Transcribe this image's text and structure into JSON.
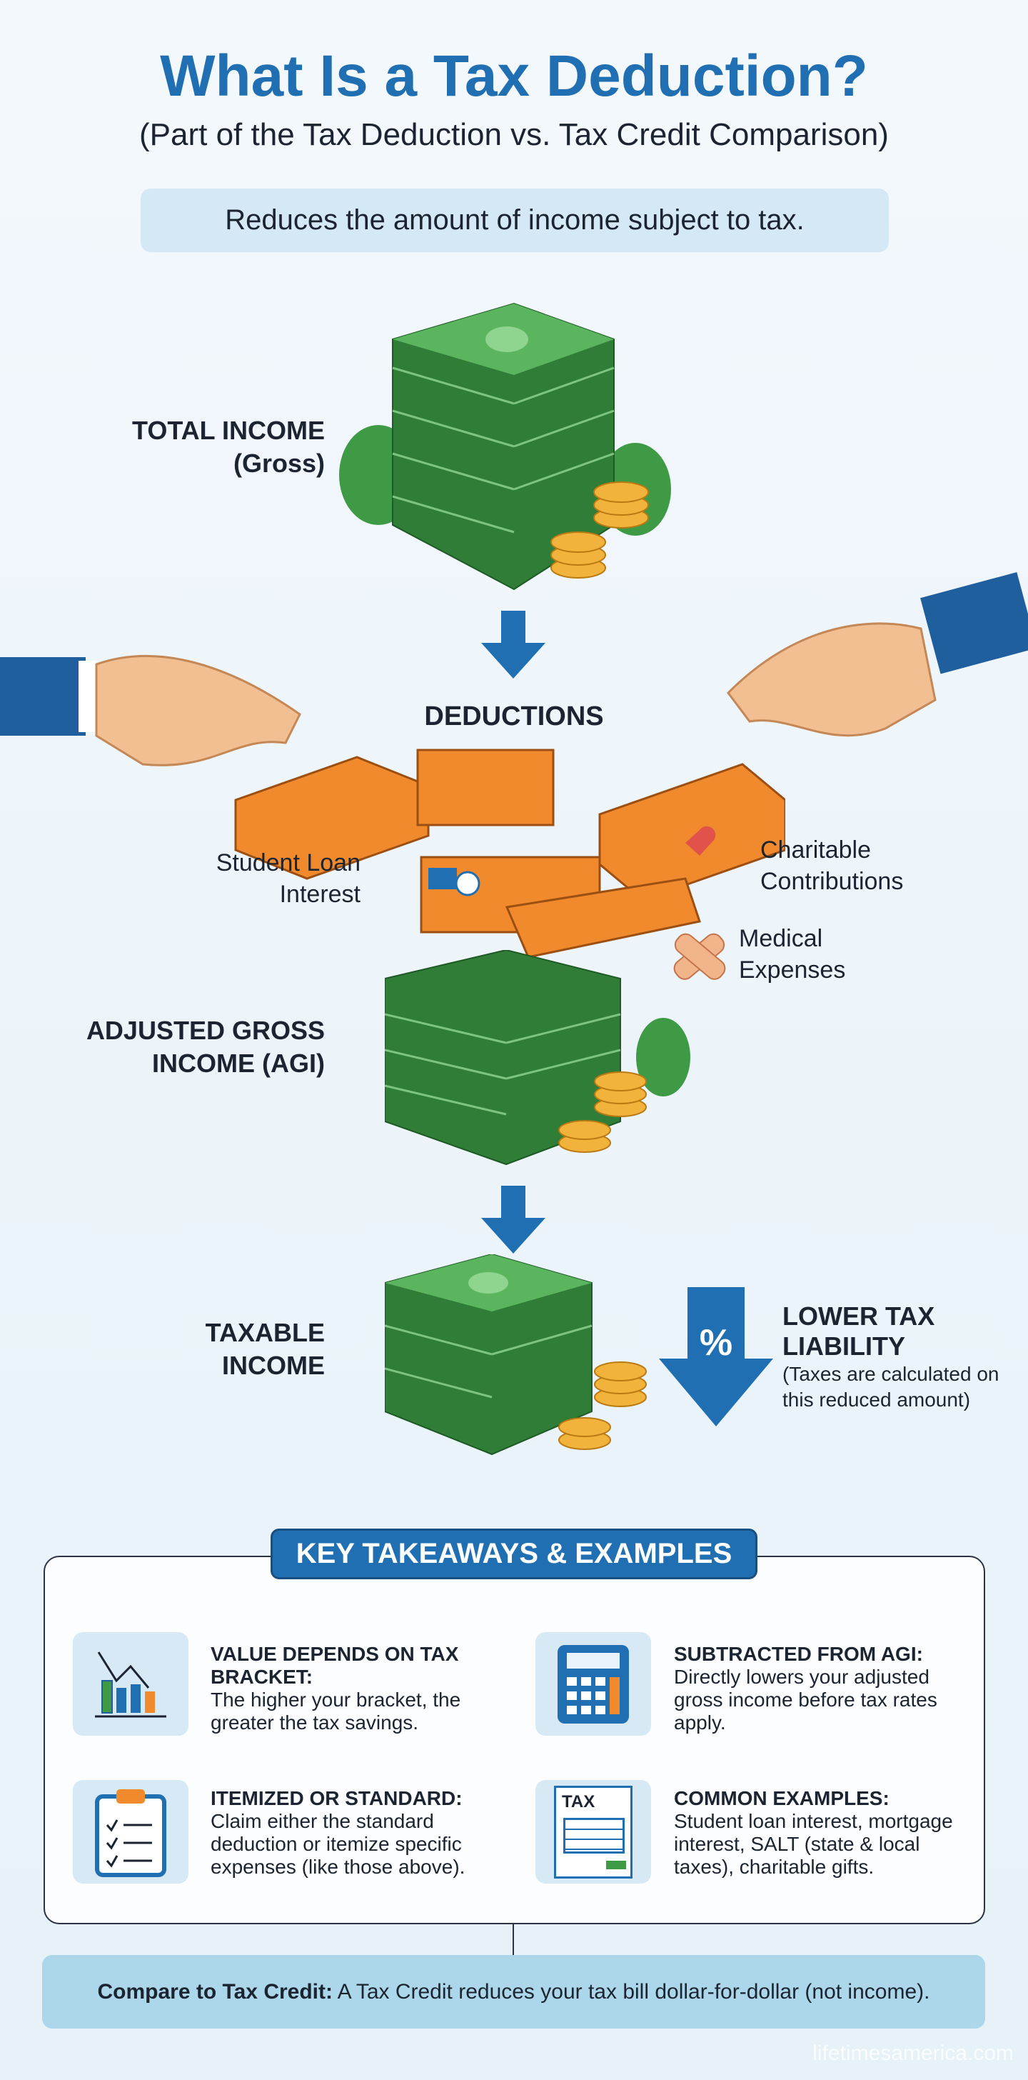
{
  "title": "What Is a Tax Deduction?",
  "subtitle": "(Part of the Tax Deduction vs. Tax Credit Comparison)",
  "definition": "Reduces the amount of income subject to tax.",
  "flow": {
    "total_income": [
      "TOTAL INCOME",
      "(Gross)"
    ],
    "deductions": "DEDUCTIONS",
    "deduction_items": {
      "student_loan": [
        "Student Loan",
        "Interest"
      ],
      "charitable": [
        "Charitable",
        "Contributions"
      ],
      "medical": [
        "Medical",
        "Expenses"
      ]
    },
    "agi": [
      "ADJUSTED GROSS",
      "INCOME (AGI)"
    ],
    "taxable": [
      "TAXABLE",
      "INCOME"
    ],
    "lower_tax": {
      "title": [
        "LOWER TAX",
        "LIABILITY"
      ],
      "note": [
        "(Taxes are calculated on",
        "this reduced amount)"
      ],
      "symbol": "%"
    }
  },
  "key": {
    "header": "KEY TAKEAWAYS & EXAMPLES",
    "items": [
      {
        "title": "VALUE DEPENDS ON TAX BRACKET:",
        "body": "The higher your bracket, the greater the tax savings.",
        "icon": "bar-chart-icon"
      },
      {
        "title": "SUBTRACTED FROM AGI:",
        "body": "Directly lowers your adjusted gross income before tax rates apply.",
        "icon": "calculator-icon"
      },
      {
        "title": "ITEMIZED OR STANDARD:",
        "body": "Claim either the standard deduction or itemize specific expenses (like those above).",
        "icon": "clipboard-checklist-icon"
      },
      {
        "title": "COMMON EXAMPLES:",
        "body": "Student loan interest, mortgage interest, SALT (state & local taxes), charitable gifts.",
        "icon": "tax-form-icon",
        "icon_text": "TAX"
      }
    ]
  },
  "compare": {
    "label": "Compare to Tax Credit:",
    "text": " A Tax Credit reduces your tax bill dollar-for-dollar (not income)."
  },
  "watermark": "lifetimesamerica.com",
  "colors": {
    "blue": "#1f6fb2",
    "green": "#3f9a45",
    "orange": "#f08a2c",
    "light": "#d4e8f5"
  }
}
